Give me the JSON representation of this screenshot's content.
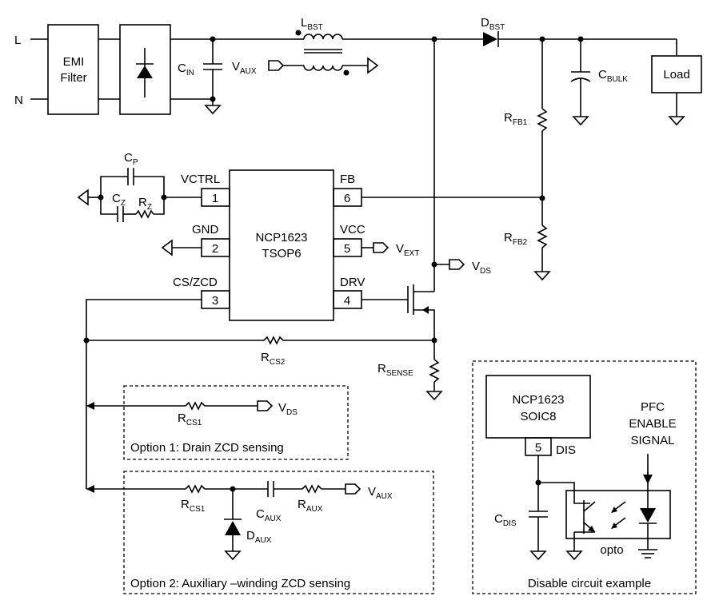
{
  "labels": {
    "line_L": "L",
    "line_N": "N",
    "emi_1": "EMI",
    "emi_2": "Filter",
    "cin": "C",
    "cin_sub": "IN",
    "lbst": "L",
    "lbst_sub": "BST",
    "vaux_in": "V",
    "vaux_in_sub": "AUX",
    "dbst": "D",
    "dbst_sub": "BST",
    "cbulk": "C",
    "cbulk_sub": "BULK",
    "load": "Load",
    "rfb1": "R",
    "rfb1_sub": "FB1",
    "rfb2": "R",
    "rfb2_sub": "FB2",
    "cp": "C",
    "cp_sub": "P",
    "cz": "C",
    "cz_sub": "Z",
    "rz": "R",
    "rz_sub": "Z",
    "chip_1": "NCP1623",
    "chip_2": "TSOP6",
    "pin_vctrl": "VCTRL",
    "pin_gnd": "GND",
    "pin_cszcd": "CS/ZCD",
    "pin_fb": "FB",
    "pin_vcc": "VCC",
    "pin_drv": "DRV",
    "pin1": "1",
    "pin2": "2",
    "pin3": "3",
    "pin4": "4",
    "pin5": "5",
    "pin6": "6",
    "vext": "V",
    "vext_sub": "EXT",
    "vds": "V",
    "vds_sub": "DS",
    "rcs2": "R",
    "rcs2_sub": "CS2",
    "rsense": "R",
    "rsense_sub": "SENSE",
    "rcs1_a": "R",
    "rcs1_a_sub": "CS1",
    "vds2": "V",
    "vds2_sub": "DS",
    "option1": "Option 1: Drain ZCD sensing",
    "rcs1_b": "R",
    "rcs1_b_sub": "CS1",
    "caux": "C",
    "caux_sub": "AUX",
    "raux": "R",
    "raux_sub": "AUX",
    "vaux2": "V",
    "vaux2_sub": "AUX",
    "daux": "D",
    "daux_sub": "AUX",
    "option2": "Option 2: Auxiliary –winding ZCD sensing",
    "soic_1": "NCP1623",
    "soic_2": "SOIC8",
    "pin5_dis": "5",
    "dis": "DIS",
    "pfc_1": "PFC",
    "pfc_2": "ENABLE",
    "pfc_3": "SIGNAL",
    "cdis": "C",
    "cdis_sub": "DIS",
    "opto": "opto",
    "disable_caption": "Disable circuit example"
  }
}
